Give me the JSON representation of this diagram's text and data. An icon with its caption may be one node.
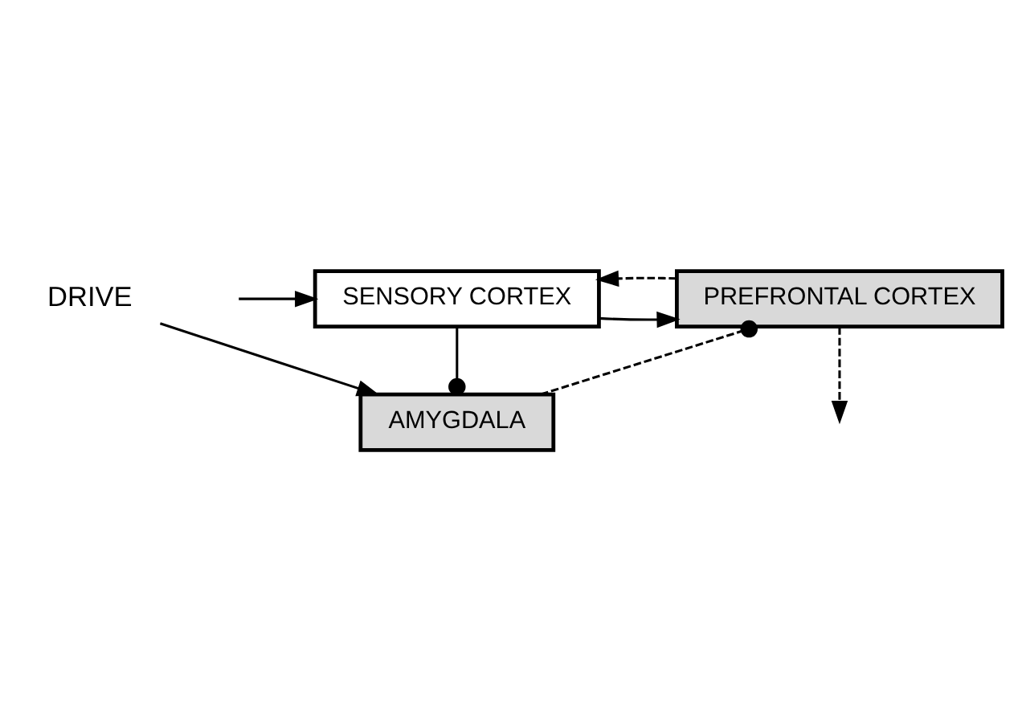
{
  "diagram": {
    "nodes": [
      {
        "text": [
          "SENSORY CORTEX"
        ]
      },
      {
        "text": [
          "PREFRONTAL CORTEX"
        ]
      },
      {
        "text": [
          "AMYGDALA"
        ]
      },
      {
        "text": [
          "DRIVE"
        ]
      }
    ],
    "edges": [
      {
        "from": null,
        "to": 0,
        "arrow": "to"
      },
      {
        "from": 0,
        "to": 1,
        "arrow": "to"
      },
      {
        "from": 1,
        "to": 0,
        "arrow": "to",
        "style": "dashed"
      },
      {
        "from": 1,
        "to": null,
        "arrow": "to",
        "style": "dashed"
      },
      {
        "from": 0,
        "to": 2,
        "arrow": "other"
      },
      {
        "from": 2,
        "to": 1,
        "arrow": "other",
        "style": "dashed"
      },
      {
        "from": 3,
        "to": 2,
        "arrow": "to"
      }
    ]
  }
}
